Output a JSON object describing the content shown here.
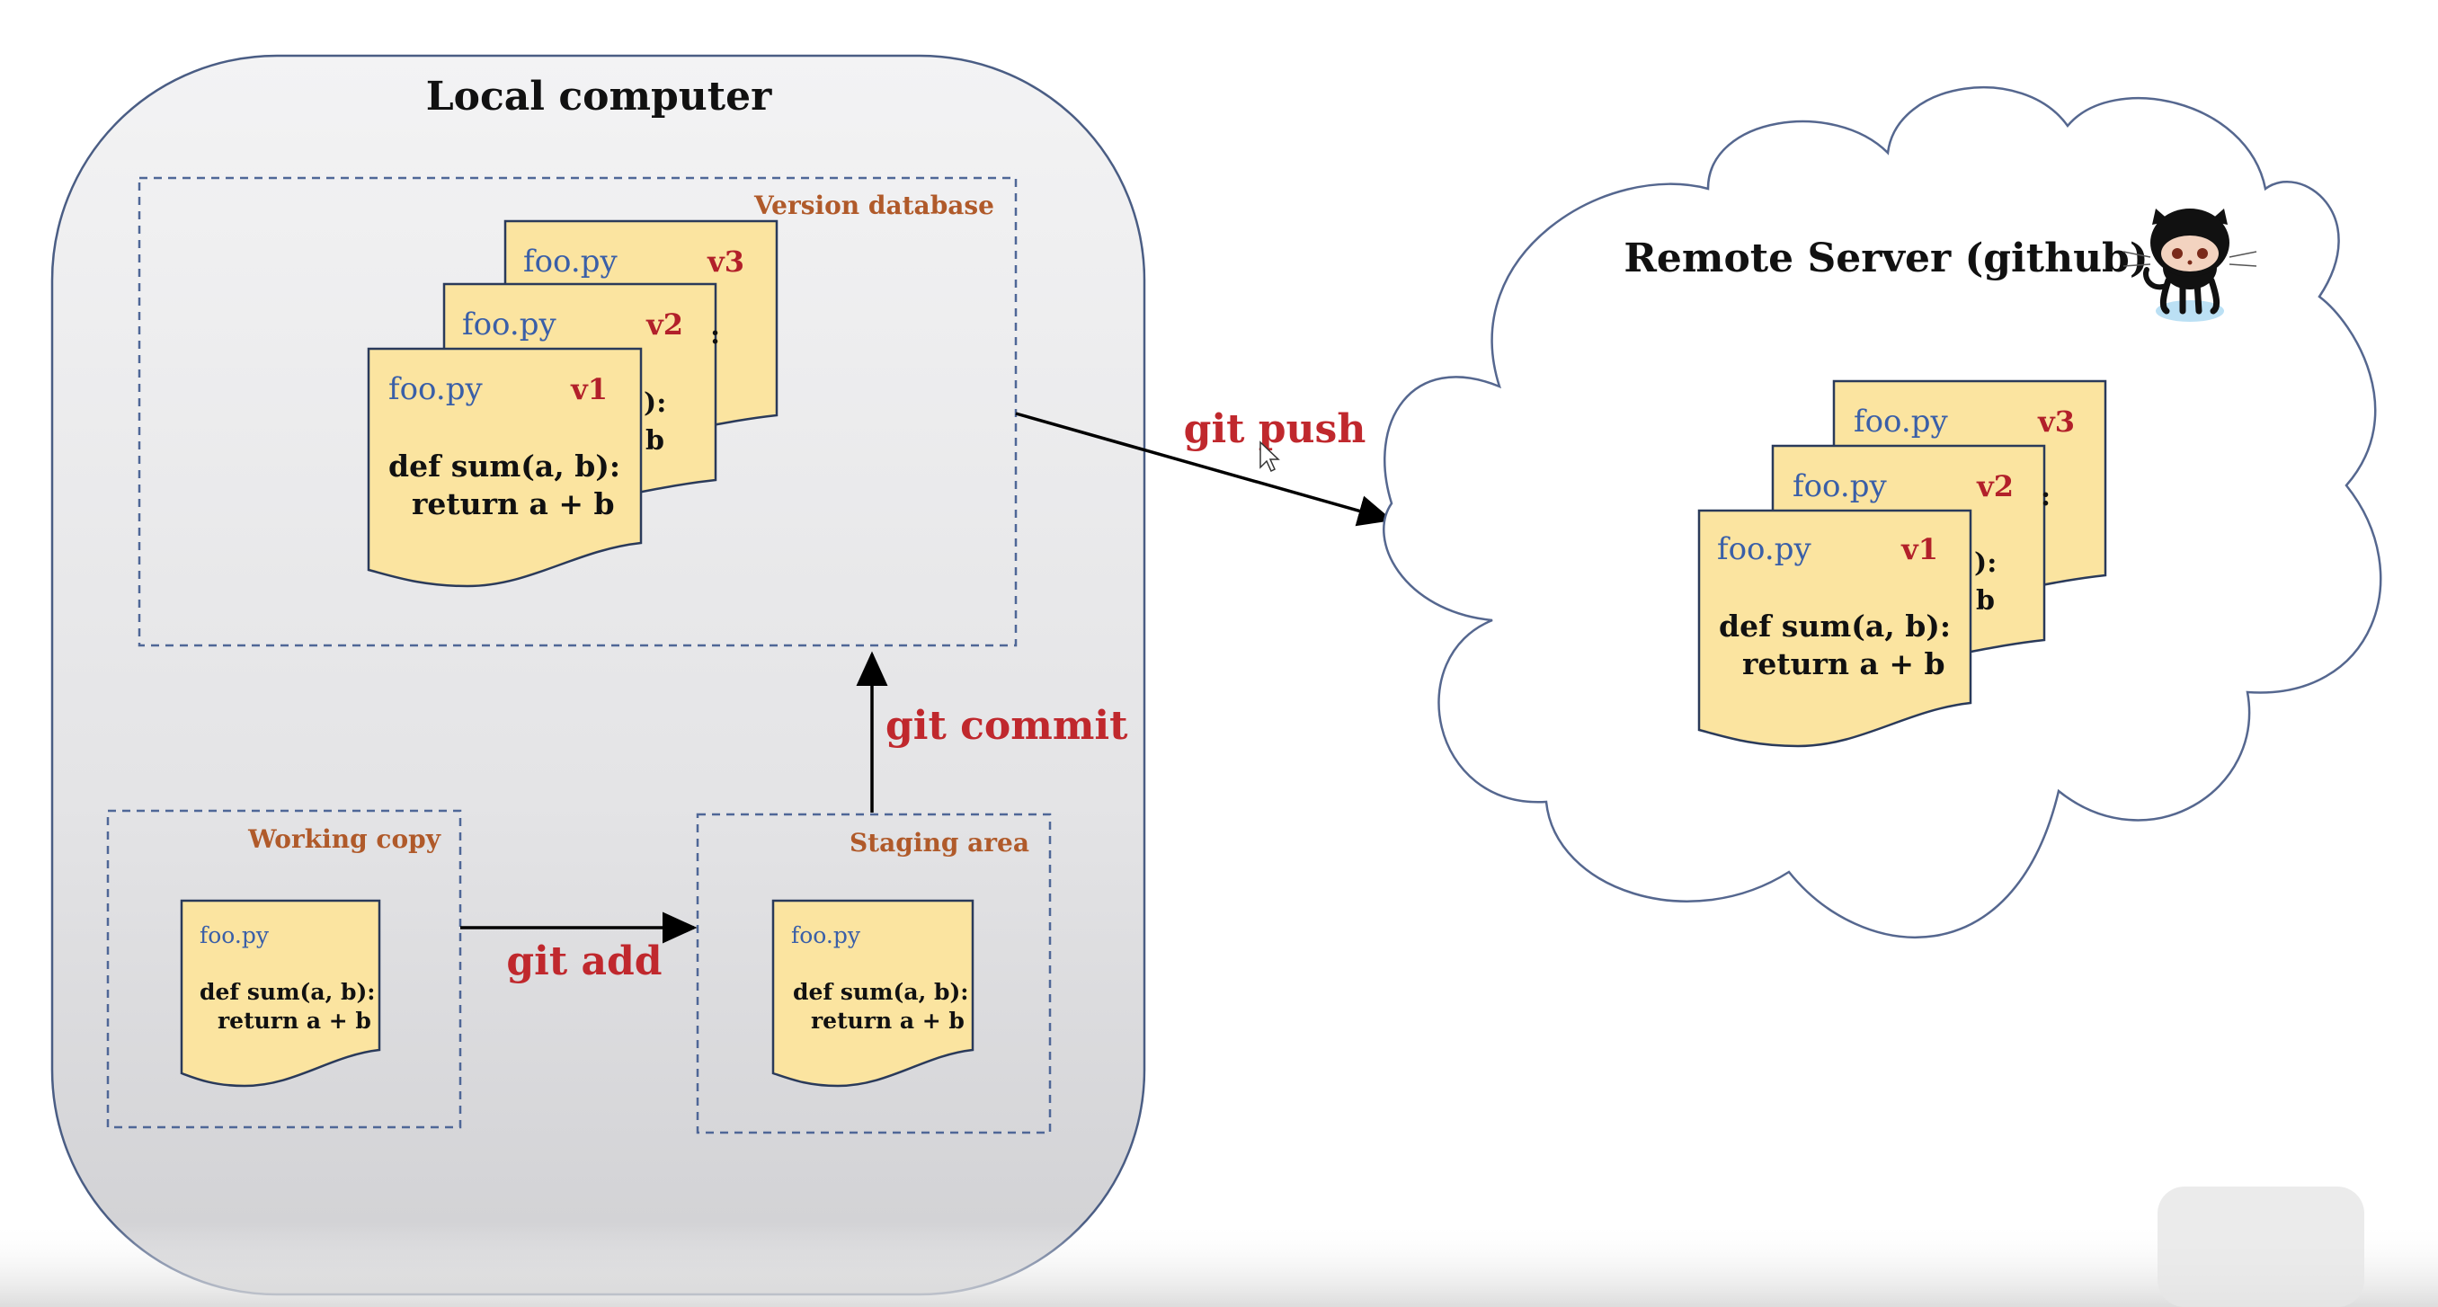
{
  "local": {
    "title": "Local computer",
    "version_db_label": "Version database",
    "working_label": "Working copy",
    "staging_label": "Staging area"
  },
  "remote": {
    "title": "Remote Server (github)",
    "logo_icon": "octocat-icon"
  },
  "doc": {
    "filename": "foo.py",
    "code_line1": "def sum(a, b):",
    "code_line2": "return a + b",
    "versions": [
      "v1",
      "v2",
      "v3"
    ],
    "partial_line1": "):",
    "partial_line2": "b",
    "partial_colon": ":"
  },
  "commands": {
    "add": "git add",
    "commit": "git commit",
    "push": "git push"
  },
  "colors": {
    "label_orange": "#b05a2a",
    "command_red": "#c0282d",
    "filename_blue": "#3a5fa8",
    "version_red": "#b2202a",
    "doc_fill": "#fbe4a0",
    "panel_gray": "#e2e2e4"
  }
}
